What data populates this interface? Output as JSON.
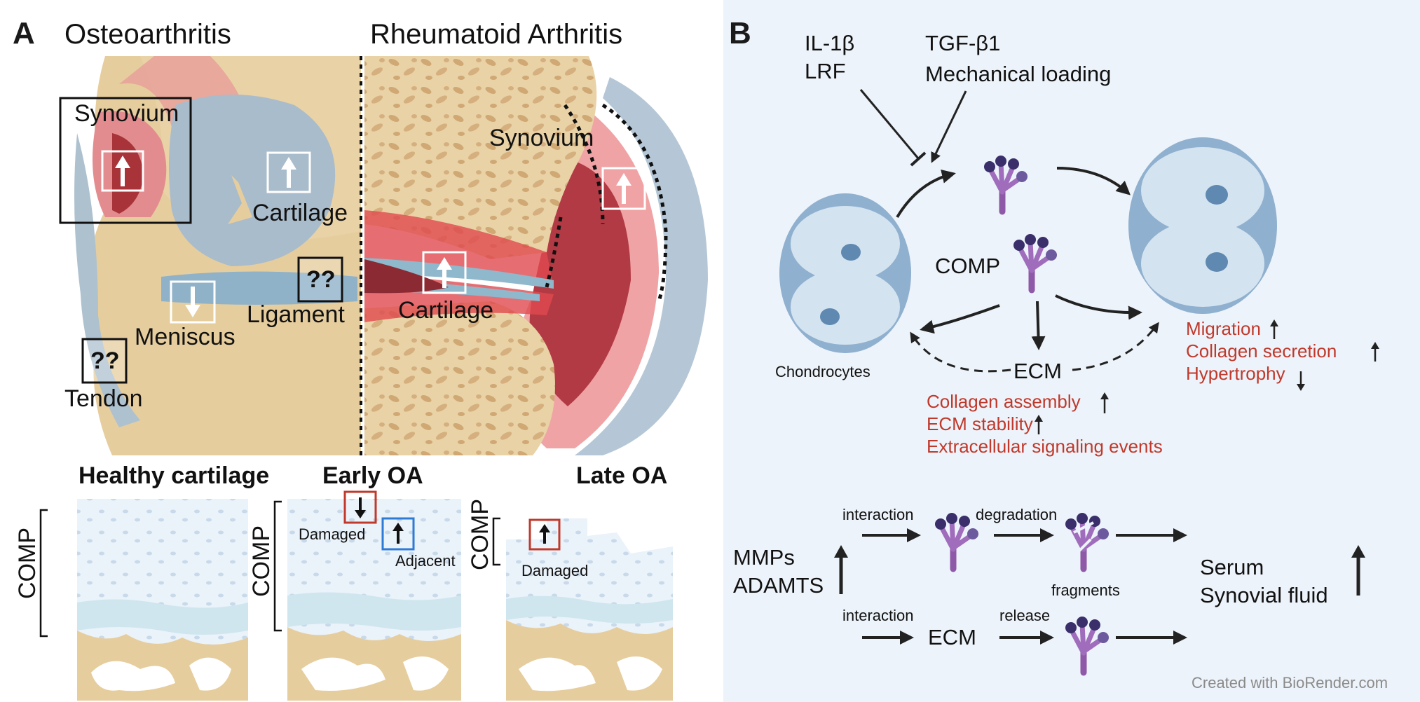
{
  "panel_a": {
    "letter": "A",
    "oa_title": "Osteoarthritis",
    "ra_title": "Rheumatoid Arthritis",
    "labels": {
      "synovium_oa": "Synovium",
      "cartilage_oa": "Cartilage",
      "meniscus": "Meniscus",
      "ligament": "Ligament",
      "tendon": "Tendon",
      "synovium_ra": "Synovium",
      "cartilage_ra": "Cartilage",
      "unknown": "??"
    },
    "cartilage_states": {
      "healthy_title": "Healthy cartilage",
      "early_title": "Early OA",
      "late_title": "Late OA",
      "comp": "COMP",
      "damaged": "Damaged",
      "adjacent": "Adjacent"
    }
  },
  "panel_b": {
    "letter": "B",
    "inhibitors": [
      "IL-1β",
      "LRF"
    ],
    "activators": [
      "TGF-β1",
      "Mechanical loading"
    ],
    "comp": "COMP",
    "chondrocytes": "Chondrocytes",
    "ecm": "ECM",
    "ecm_effects": [
      "Collagen assembly",
      "ECM stability",
      "Extracellular signaling events"
    ],
    "cell_effects": [
      "Migration",
      "Collagen secretion",
      "Hypertrophy"
    ],
    "proteases": [
      "MMPs",
      "ADAMTS"
    ],
    "interaction_1": "interaction",
    "interaction_2": "interaction",
    "degradation": "degradation",
    "release": "release",
    "fragments": "fragments",
    "ecm_bottom": "ECM",
    "destinations": [
      "Serum",
      "Synovial fluid"
    ],
    "watermark": "Created with BioRender.com"
  },
  "colors": {
    "panel_b_bg": "#edf3fa",
    "effect_red": "#c0392b",
    "comp_purple": "#9b6bb5",
    "cell_blue": "#7fa3c6",
    "bone_tan": "#e8cfa0",
    "synovium_red": "#d9535a"
  }
}
